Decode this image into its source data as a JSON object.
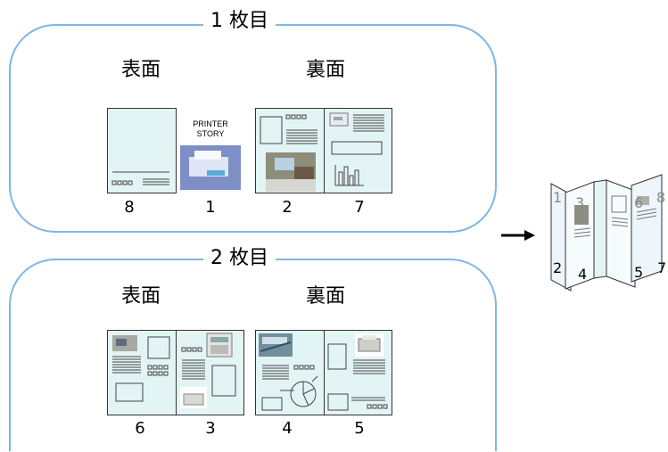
{
  "sheets": [
    {
      "title": "1 枚目",
      "front_label": "表面",
      "back_label": "裏面",
      "page_numbers": [
        "8",
        "1",
        "2",
        "7"
      ],
      "cover_text": [
        "PRINTER",
        "STORY"
      ]
    },
    {
      "title": "2 枚目",
      "front_label": "表面",
      "back_label": "裏面",
      "page_numbers": [
        "6",
        "3",
        "4",
        "5"
      ]
    }
  ],
  "booklet": {
    "page_numbers": [
      "1",
      "2",
      "3",
      "4",
      "5",
      "6",
      "7",
      "8"
    ]
  },
  "colors": {
    "outline": "#7fb6e6",
    "page_fill": "#e3f4f5"
  }
}
